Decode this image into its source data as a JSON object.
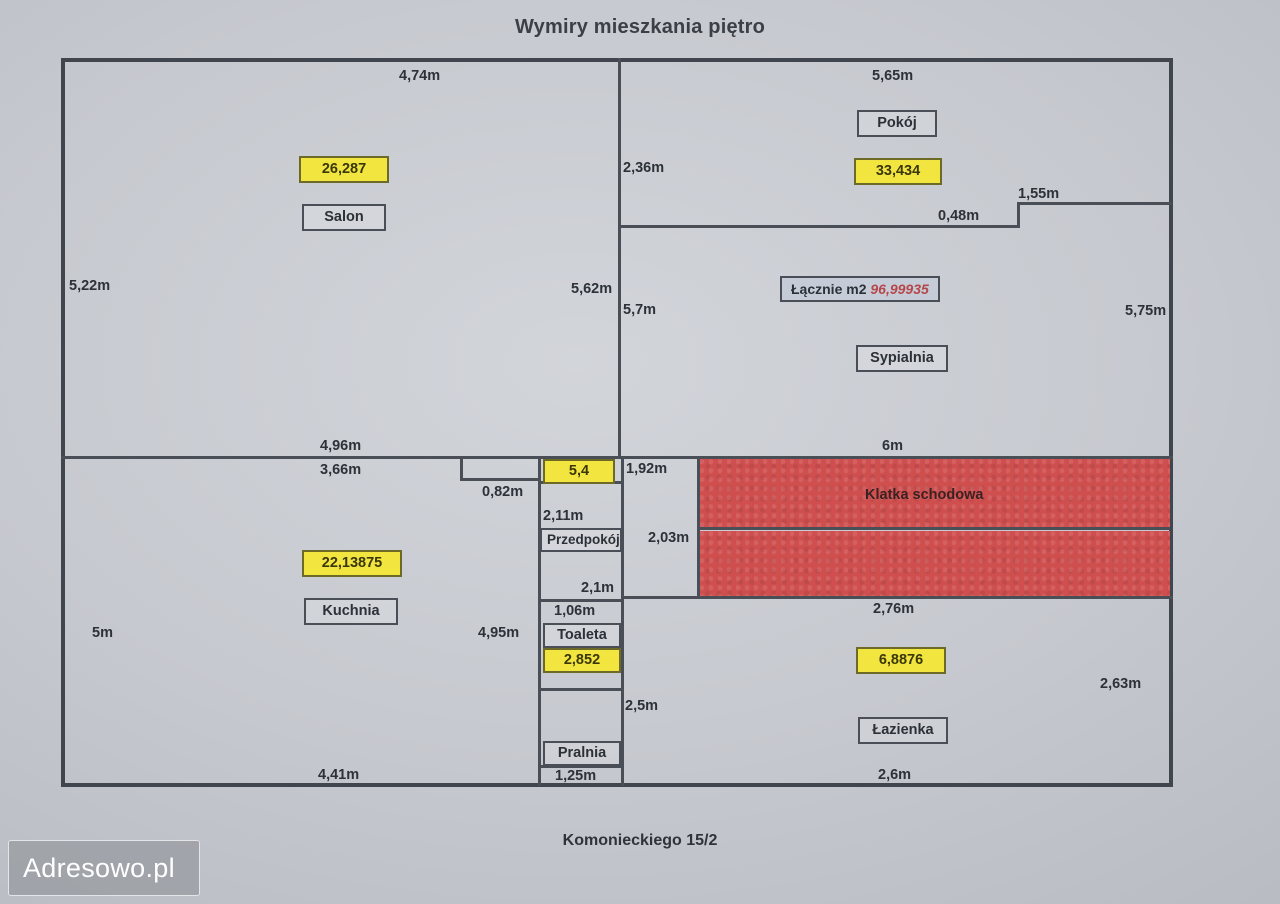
{
  "title": "Wymiry mieszkania piętro",
  "footer": "Komonieckiego 15/2",
  "watermark": "Adresowo.pl",
  "total": {
    "label": "Łącznie m2",
    "value": "96,99935"
  },
  "rooms": {
    "salon": {
      "name": "Salon",
      "area": "26,287"
    },
    "pokoj": {
      "name": "Pokój",
      "area": "33,434"
    },
    "sypialnia": {
      "name": "Sypialnia",
      "area": ""
    },
    "kuchnia": {
      "name": "Kuchnia",
      "area": "22,13875"
    },
    "przedpokoj": {
      "name": "Przedpokój",
      "area": "5,4"
    },
    "toaleta": {
      "name": "Toaleta",
      "area": "2,852"
    },
    "pralnia": {
      "name": "Pralnia",
      "area": ""
    },
    "lazienka": {
      "name": "Łazienka",
      "area": "6,8876"
    },
    "klatka": {
      "name": "Klatka schodowa",
      "area": ""
    }
  },
  "dimensions": {
    "salon_top": "4,74m",
    "salon_left": "5,22m",
    "salon_right": "5,62m",
    "salon_bottom": "4,96m",
    "pokoj_top": "5,65m",
    "pokoj_left": "2,36m",
    "pokoj_bottom": "0,48m",
    "notch_top": "1,55m",
    "sypialnia_left": "5,7m",
    "sypialnia_right": "5,75m",
    "sypialnia_bottom": "6m",
    "kuchnia_top": "3,66m",
    "kuchnia_notch": "0,82m",
    "kuchnia_left": "5m",
    "kuchnia_right": "4,95m",
    "kuchnia_bottom": "4,41m",
    "corridor_right_top": "1,92m",
    "corridor_w_2_11": "2,11m",
    "corridor_right_2_03": "2,03m",
    "corridor_w_2_1": "2,1m",
    "toaleta_top": "1,06m",
    "pralnia_right": "2,5m",
    "pralnia_bottom": "1,25m",
    "lazienka_top": "2,76m",
    "lazienka_right": "2,63m",
    "lazienka_bottom": "2,6m"
  },
  "colors": {
    "stairwell": "#cf4f4f",
    "area_highlight": "#f2e53f",
    "total_highlight": "#c5ccd8",
    "wall": "#4a4e57",
    "total_value": "#b5474a"
  },
  "chart_data": {
    "type": "table",
    "title": "Wymiry mieszkania piętro",
    "categories": [
      "Salon",
      "Pokój",
      "Sypialnia",
      "Kuchnia",
      "Przedpokój",
      "Toaleta",
      "Łazienka"
    ],
    "values": [
      26.287,
      33.434,
      null,
      22.13875,
      5.4,
      2.852,
      6.8876
    ],
    "total": 96.99935,
    "ylabel": "m2"
  }
}
